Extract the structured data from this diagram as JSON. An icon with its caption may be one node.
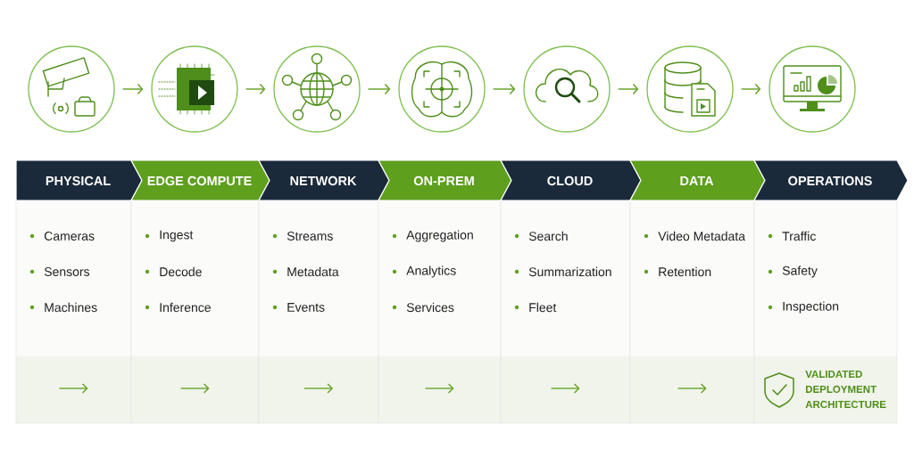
{
  "diagram": {
    "nodes": [
      {
        "text": [],
        "shape": "circle"
      },
      {
        "text": [],
        "shape": "circle"
      },
      {
        "text": [],
        "shape": "circle"
      },
      {
        "text": [],
        "shape": "circle"
      },
      {
        "text": [],
        "shape": "circle"
      },
      {
        "text": [],
        "shape": "circle"
      },
      {
        "text": [],
        "shape": "circle"
      },
      {
        "text": [
          "PHYSICAL",
          "Cameras",
          "Sensors",
          "Machines"
        ]
      },
      {
        "text": [
          "EDGE COMPUTE",
          "Ingest",
          "Decode",
          "Inference"
        ]
      },
      {
        "text": [
          "NETWORK",
          "Streams",
          "Metadata",
          "Events"
        ]
      },
      {
        "text": [
          "ON-PREM",
          "Aggregation",
          "Analytics",
          "Services"
        ]
      },
      {
        "text": [
          "CLOUD",
          "Search",
          "Summarization",
          "Fleet"
        ]
      },
      {
        "text": [
          "DATA",
          "Video Metadata",
          "Retention"
        ]
      },
      {
        "text": [
          "OPERATIONS",
          "Traffic",
          "Safety",
          "Inspection",
          "VALIDATED DEPLOYMENT ARCHITECTURE"
        ]
      }
    ],
    "edges": [
      {
        "from": 0,
        "to": 1,
        "arrow": "to"
      },
      {
        "from": 1,
        "to": 2,
        "arrow": "to"
      },
      {
        "from": 2,
        "to": 3,
        "arrow": "to"
      },
      {
        "from": 3,
        "to": 4,
        "arrow": "to"
      },
      {
        "from": 4,
        "to": 5,
        "arrow": "to"
      },
      {
        "from": 5,
        "to": 6,
        "arrow": "to"
      }
    ]
  }
}
